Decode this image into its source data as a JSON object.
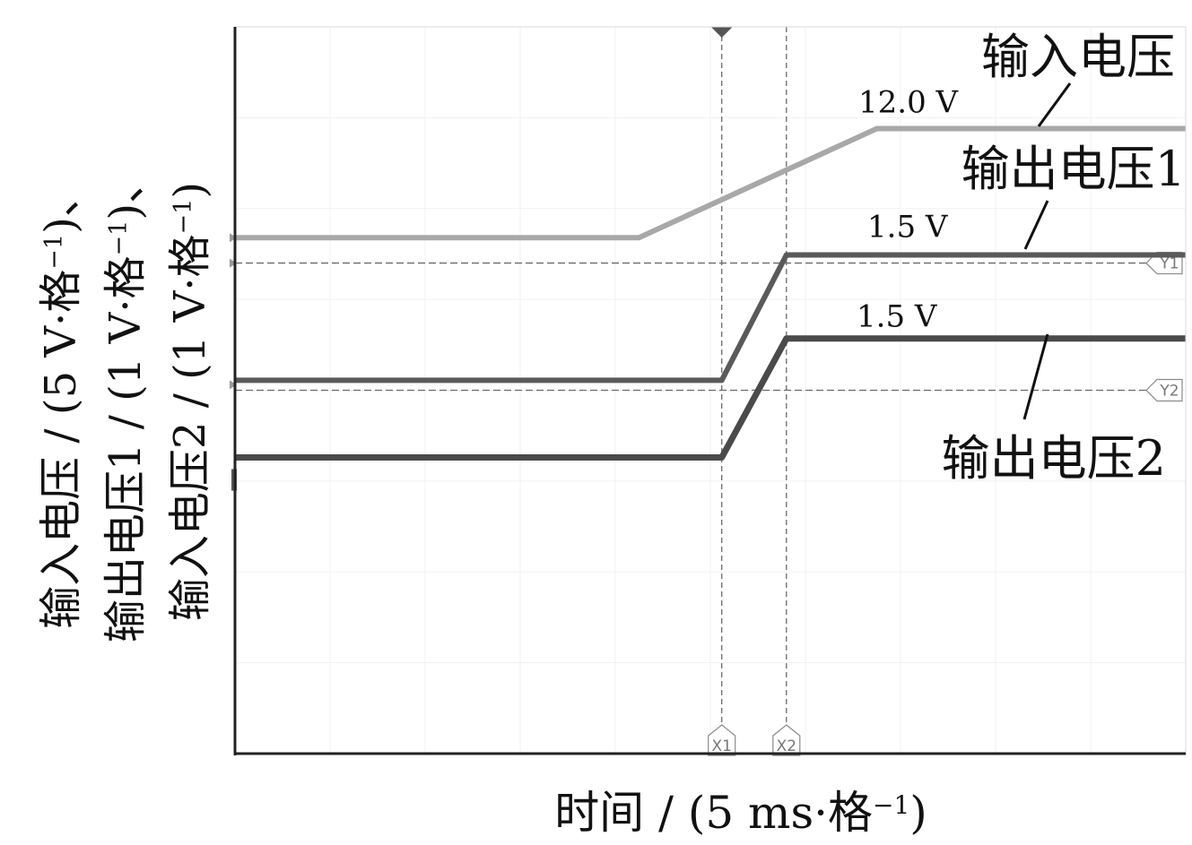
{
  "chart_data": {
    "type": "line",
    "xlabel": "时间 / (5 ms·格",
    "xlabel_exp": "−1",
    "xlabel_close": ")",
    "ylabels": [
      {
        "main": "输入电压 / (5 V·格",
        "exp": "−1",
        "close": ")、"
      },
      {
        "main": "输出电压1 / (1 V·格",
        "exp": "−1",
        "close": ")、"
      },
      {
        "main": "输入电压2 / (1 V·格",
        "exp": "−1",
        "close": ")"
      }
    ],
    "xlim": [
      0,
      10
    ],
    "ylim": [
      0,
      8
    ],
    "grid": true,
    "series": [
      {
        "name": "输入电压",
        "color": "#a8a8a8",
        "label": "12.0 V",
        "x": [
          0,
          4.25,
          6.75,
          10
        ],
        "y": [
          5.68,
          5.68,
          6.88,
          6.88
        ]
      },
      {
        "name": "输出电压1",
        "color": "#5a5a5a",
        "label": "1.5 V",
        "x": [
          0,
          5.12,
          5.8,
          10
        ],
        "y": [
          4.11,
          4.11,
          5.49,
          5.49
        ]
      },
      {
        "name": "输出电压2",
        "color": "#4a4a4a",
        "label": "1.5 V",
        "x": [
          0,
          5.12,
          5.8,
          10
        ],
        "y": [
          3.26,
          3.26,
          4.57,
          4.57
        ]
      }
    ],
    "cursors": {
      "x": [
        {
          "label": "X1",
          "value": 5.12
        },
        {
          "label": "X2",
          "value": 5.8
        }
      ],
      "y": [
        {
          "label": "Y1",
          "value": 5.4
        },
        {
          "label": "Y2",
          "value": 4.0
        }
      ]
    },
    "annotations": [
      {
        "text": "输入电压",
        "series": "输入电压"
      },
      {
        "text": "输出电压1",
        "series": "输出电压1"
      },
      {
        "text": "输出电压2",
        "series": "输出电压2"
      }
    ]
  }
}
